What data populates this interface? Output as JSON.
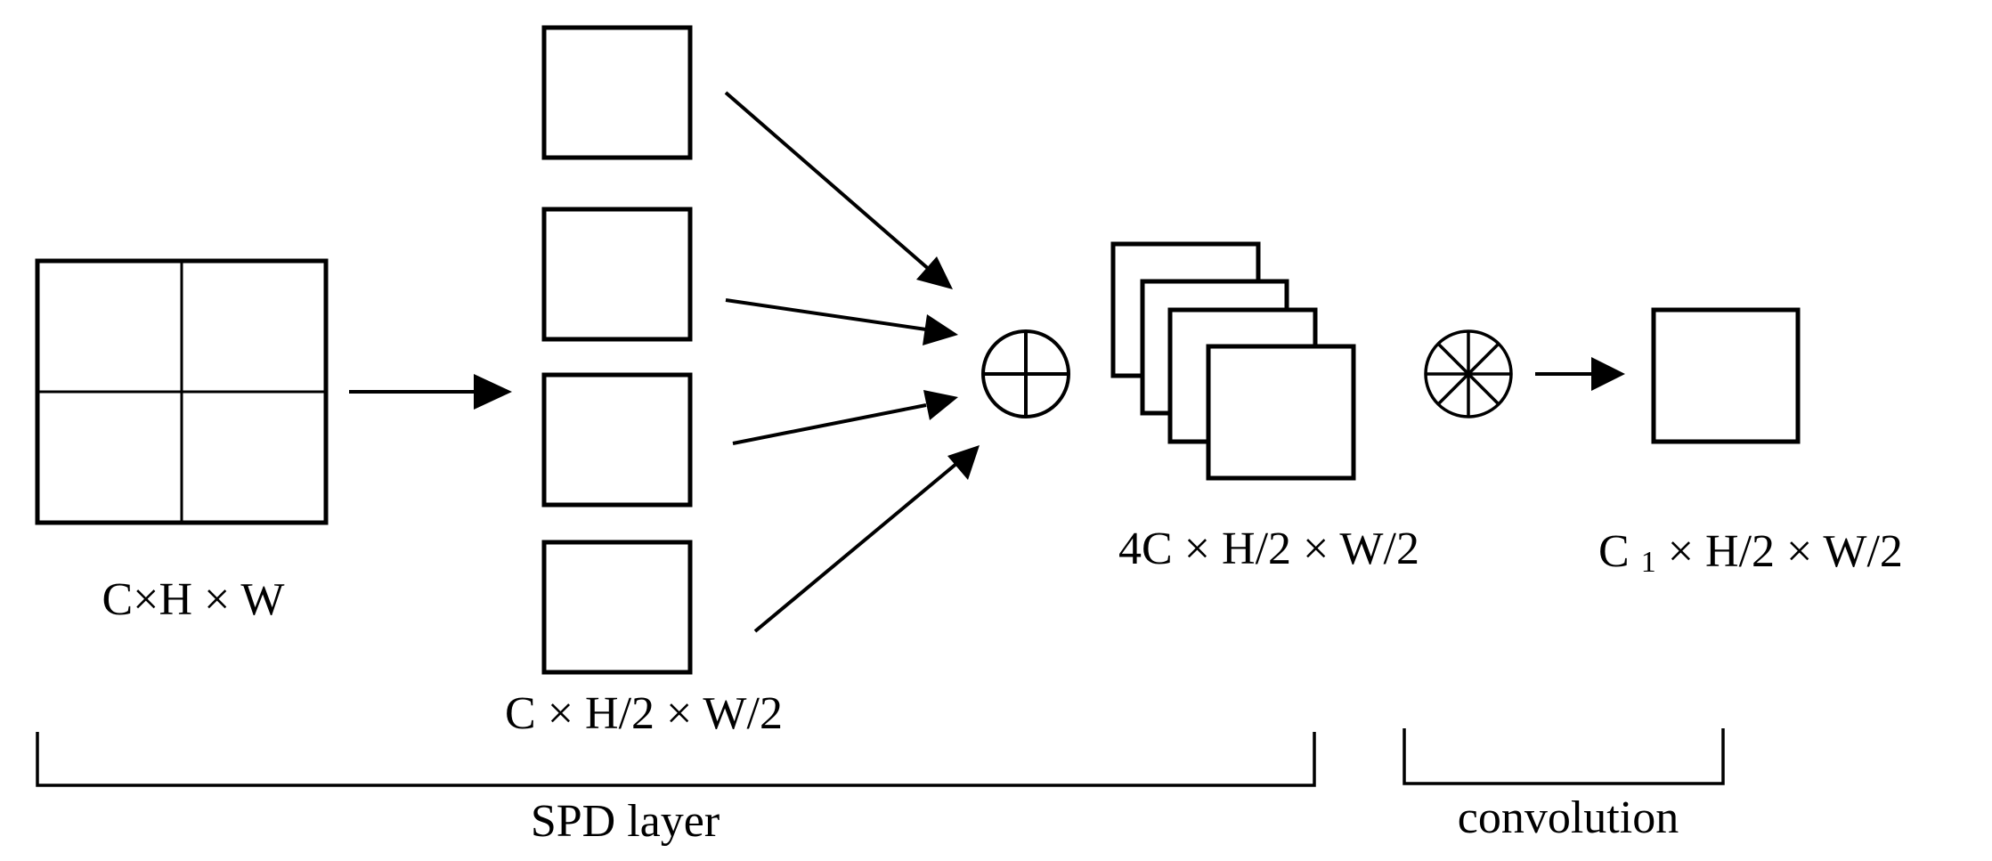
{
  "labels": {
    "input": "C×H × W",
    "split": "C × H/2 × W/2",
    "concat": "4C × H/2 × W/2",
    "output_prefix": "C",
    "output_subscript": "1",
    "output_suffix": " × H/2 × W/2",
    "spd_layer": "SPD layer",
    "convolution": "convolution"
  },
  "colors": {
    "stroke": "#000000",
    "fill": "#ffffff"
  },
  "icons": {
    "concat_operator": "circled-plus-icon",
    "conv_operator": "circled-asterisk-icon"
  }
}
